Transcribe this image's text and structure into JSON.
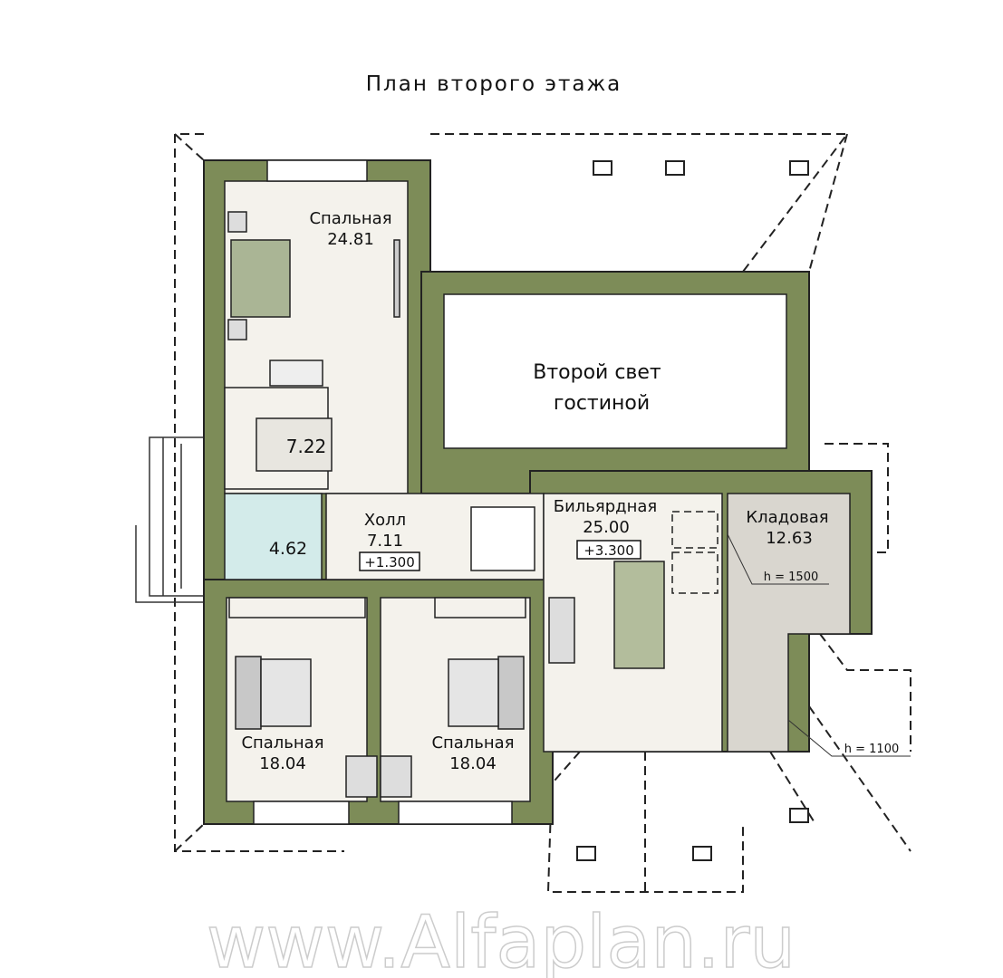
{
  "title": "План второго этажа",
  "colors": {
    "wall": "#7d8c58",
    "floor": "#f4f2ec",
    "bath": "#d3ebea",
    "storage": "#d9d6cf",
    "void": "#ffffff"
  },
  "rooms": {
    "bedroom_main": {
      "name": "Спальная",
      "area": "24.81"
    },
    "wardrobe": {
      "area": "7.22"
    },
    "bathroom": {
      "area": "4.62"
    },
    "hall": {
      "name": "Холл",
      "area": "7.11",
      "level": "+1.300"
    },
    "void": {
      "line1": "Второй свет",
      "line2": "гостиной"
    },
    "billiard": {
      "name": "Бильярдная",
      "area": "25.00",
      "level": "+3.300"
    },
    "storage": {
      "name": "Кладовая",
      "area": "12.63"
    },
    "bedroom_left": {
      "name": "Спальная",
      "area": "18.04"
    },
    "bedroom_right": {
      "name": "Спальная",
      "area": "18.04"
    }
  },
  "annotations": {
    "h1": "h  =  1500",
    "h2": "h  =  1100"
  },
  "watermark": "www.Alfaplan.ru"
}
